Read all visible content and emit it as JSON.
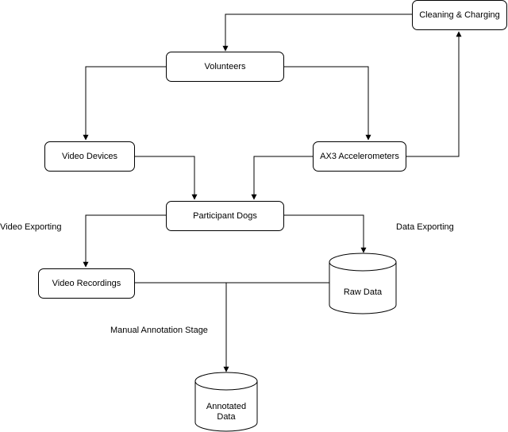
{
  "nodes": {
    "cleaning_charging": "Cleaning & Charging",
    "volunteers": "Volunteers",
    "video_devices": "Video Devices",
    "ax3_accelerometers": "AX3 Accelerometers",
    "participant_dogs": "Participant Dogs",
    "video_recordings": "Video Recordings",
    "raw_data": "Raw Data",
    "annotated_data": "Annotated Data"
  },
  "edge_labels": {
    "video_exporting": "Video Exporting",
    "data_exporting": "Data Exporting",
    "manual_annotation_stage": "Manual Annotation Stage"
  }
}
